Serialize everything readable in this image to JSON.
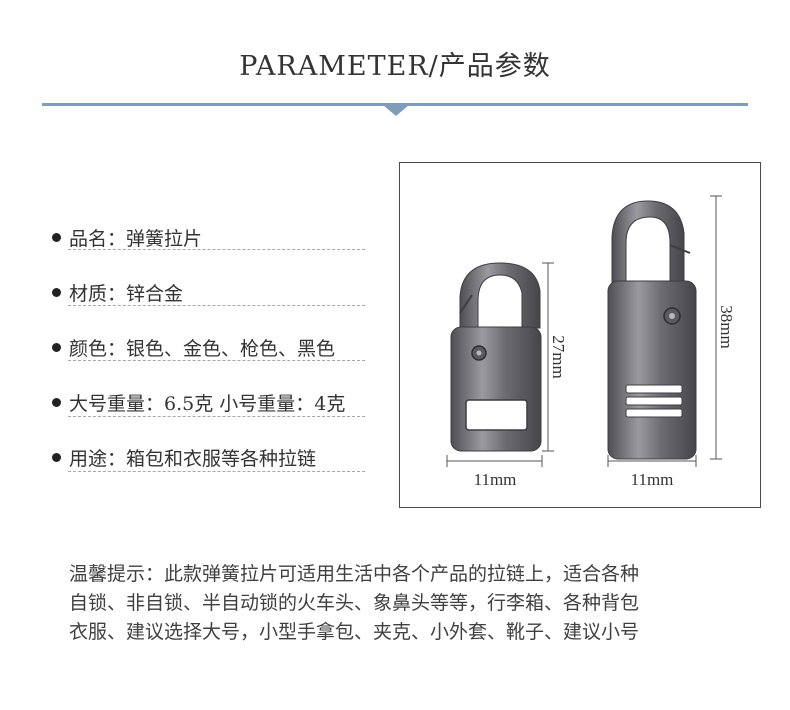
{
  "title": "PARAMETER/产品参数",
  "params": [
    {
      "label": "品名",
      "sep": "：",
      "value": "弹簧拉片"
    },
    {
      "label": "材质",
      "sep": "：",
      "value": "锌合金"
    },
    {
      "label": "颜色",
      "sep": "：",
      "value": "银色、金色、枪色、黑色"
    },
    {
      "label": "大号重量",
      "sep": "：",
      "value": "6.5克  小号重量：4克"
    },
    {
      "label": "用途",
      "sep": "：",
      "value": "箱包和衣服等各种拉链"
    }
  ],
  "figure": {
    "small_height": "27mm",
    "large_height": "38mm",
    "small_width": "11mm",
    "large_width": "11mm"
  },
  "note_lines": [
    "温馨提示：此款弹簧拉片可适用生活中各个产品的拉链上，适合各种",
    "自锁、非自锁、半自动锁的火车头、象鼻头等等，行李箱、各种背包",
    "衣服、建议选择大号，小型手拿包、夹克、小外套、靴子、建议小号"
  ],
  "colors": {
    "accent_rule": "#7f9cb8",
    "metal": "#77777c"
  }
}
